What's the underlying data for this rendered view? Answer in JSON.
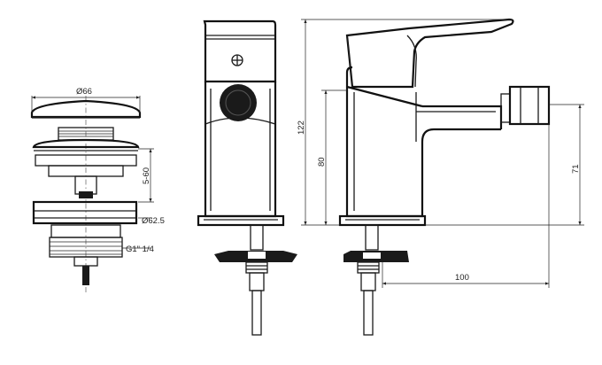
{
  "labels": {
    "waste_cap_diameter": "Ø66",
    "waste_height_range": "5-60",
    "waste_body_diameter": "Ø62.5",
    "waste_thread": "G1\" 1/4",
    "total_height": "122",
    "spout_height": "80",
    "outlet_height": "71",
    "spout_reach": "100"
  },
  "colors": {
    "line": "#1a1a1a",
    "background": "#ffffff"
  }
}
